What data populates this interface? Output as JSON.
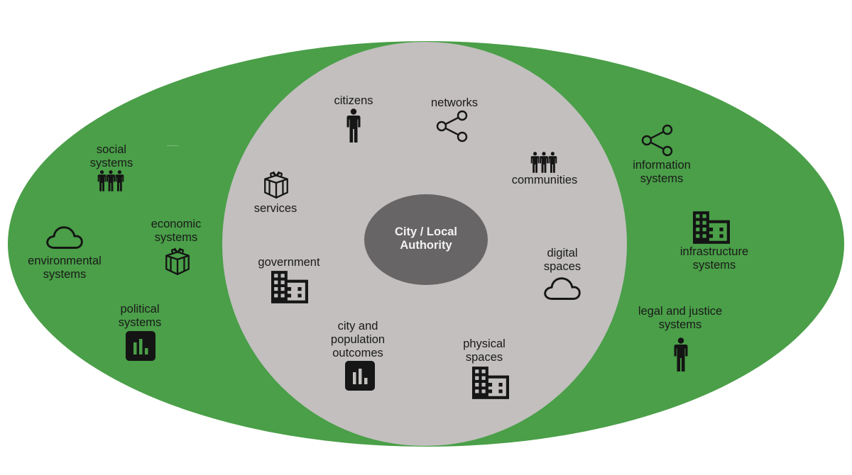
{
  "diagram": {
    "title": "City / Local Authority ecosystem",
    "colors": {
      "outer_ring": "#4a9f48",
      "inner_circle": "#c2bfbe",
      "center": "#676565",
      "center_text": "#f2f2f2",
      "text": "#1a1a1a",
      "icon": "#111111"
    },
    "center": {
      "label_line1": "City / Local",
      "label_line2": "Authority"
    },
    "inner_items": [
      {
        "id": "citizens",
        "lines": [
          "citizens"
        ],
        "icon": "person-icon"
      },
      {
        "id": "networks",
        "lines": [
          "networks"
        ],
        "icon": "share-network-icon"
      },
      {
        "id": "communities",
        "lines": [
          "communities"
        ],
        "icon": "group-icon"
      },
      {
        "id": "services",
        "lines": [
          "services"
        ],
        "icon": "gift-box-icon"
      },
      {
        "id": "government",
        "lines": [
          "government"
        ],
        "icon": "building-icon"
      },
      {
        "id": "digital-spaces",
        "lines": [
          "digital",
          "spaces"
        ],
        "icon": "cloud-icon"
      },
      {
        "id": "city-population-outcomes",
        "lines": [
          "city and",
          "population",
          "outcomes"
        ],
        "icon": "bar-chart-icon"
      },
      {
        "id": "physical-spaces",
        "lines": [
          "physical",
          "spaces"
        ],
        "icon": "building-icon"
      }
    ],
    "outer_items": [
      {
        "id": "social-systems",
        "lines": [
          "social",
          "systems"
        ],
        "icon": "group-icon"
      },
      {
        "id": "environmental-systems",
        "lines": [
          "environmental",
          "systems"
        ],
        "icon": "cloud-icon"
      },
      {
        "id": "economic-systems",
        "lines": [
          "economic",
          "systems"
        ],
        "icon": "gift-box-icon"
      },
      {
        "id": "political-systems",
        "lines": [
          "political",
          "systems"
        ],
        "icon": "bar-chart-icon"
      },
      {
        "id": "information-systems",
        "lines": [
          "information",
          "systems"
        ],
        "icon": "share-network-icon"
      },
      {
        "id": "infrastructure-systems",
        "lines": [
          "infrastructure",
          "systems"
        ],
        "icon": "building-icon"
      },
      {
        "id": "legal-justice-systems",
        "lines": [
          "legal and justice",
          "systems"
        ],
        "icon": "person-icon"
      }
    ]
  }
}
